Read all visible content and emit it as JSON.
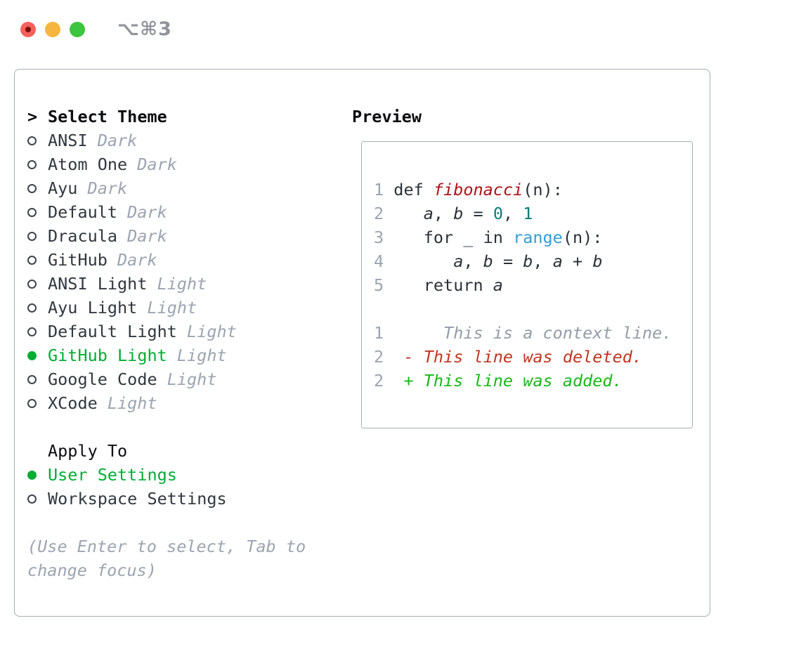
{
  "window": {
    "title": "⌥⌘3",
    "traffic_lights": [
      {
        "name": "close",
        "color": "#f4625d",
        "dot": true
      },
      {
        "name": "minimize",
        "color": "#f6b53e",
        "dot": false
      },
      {
        "name": "zoom",
        "color": "#3cc53e",
        "dot": false
      }
    ]
  },
  "theme_panel": {
    "header": {
      "prefix": ">",
      "label": "Select Theme"
    },
    "themes": [
      {
        "name": "ANSI",
        "variant": "Dark",
        "selected": false
      },
      {
        "name": "Atom One",
        "variant": "Dark",
        "selected": false
      },
      {
        "name": "Ayu",
        "variant": "Dark",
        "selected": false
      },
      {
        "name": "Default",
        "variant": "Dark",
        "selected": false
      },
      {
        "name": "Dracula",
        "variant": "Dark",
        "selected": false
      },
      {
        "name": "GitHub",
        "variant": "Dark",
        "selected": false
      },
      {
        "name": "ANSI Light",
        "variant": "Light",
        "selected": false
      },
      {
        "name": "Ayu Light",
        "variant": "Light",
        "selected": false
      },
      {
        "name": "Default Light",
        "variant": "Light",
        "selected": false
      },
      {
        "name": "GitHub Light",
        "variant": "Light",
        "selected": true
      },
      {
        "name": "Google Code",
        "variant": "Light",
        "selected": false
      },
      {
        "name": "XCode",
        "variant": "Light",
        "selected": false
      }
    ],
    "apply_to": {
      "label": "Apply To",
      "options": [
        {
          "name": "User Settings",
          "selected": true
        },
        {
          "name": "Workspace Settings",
          "selected": false
        }
      ]
    },
    "help_text": "(Use Enter to select, Tab to change focus)"
  },
  "preview": {
    "title": "Preview",
    "code_lines": [
      {
        "num": "1",
        "segments": [
          {
            "t": " def ",
            "s": "plain"
          },
          {
            "t": "fibonacci",
            "s": "fn"
          },
          {
            "t": "(n):",
            "s": "plain"
          }
        ]
      },
      {
        "num": "2",
        "segments": [
          {
            "t": "    ",
            "s": "plain"
          },
          {
            "t": "a",
            "s": "var"
          },
          {
            "t": ", ",
            "s": "plain"
          },
          {
            "t": "b",
            "s": "var"
          },
          {
            "t": " = ",
            "s": "plain"
          },
          {
            "t": "0",
            "s": "num"
          },
          {
            "t": ", ",
            "s": "plain"
          },
          {
            "t": "1",
            "s": "num"
          }
        ]
      },
      {
        "num": "3",
        "segments": [
          {
            "t": "    for _ in ",
            "s": "plain"
          },
          {
            "t": "range",
            "s": "builtin"
          },
          {
            "t": "(n):",
            "s": "plain"
          }
        ]
      },
      {
        "num": "4",
        "segments": [
          {
            "t": "       ",
            "s": "plain"
          },
          {
            "t": "a",
            "s": "var"
          },
          {
            "t": ", ",
            "s": "plain"
          },
          {
            "t": "b",
            "s": "var"
          },
          {
            "t": " = ",
            "s": "plain"
          },
          {
            "t": "b",
            "s": "var"
          },
          {
            "t": ", ",
            "s": "plain"
          },
          {
            "t": "a",
            "s": "var"
          },
          {
            "t": " + ",
            "s": "plain"
          },
          {
            "t": "b",
            "s": "var"
          }
        ]
      },
      {
        "num": "5",
        "segments": [
          {
            "t": "    return ",
            "s": "plain"
          },
          {
            "t": "a",
            "s": "var"
          }
        ]
      },
      {
        "num": "",
        "segments": []
      },
      {
        "num": "1",
        "segments": [
          {
            "t": "      This is a context line.",
            "s": "ctx"
          }
        ]
      },
      {
        "num": "2",
        "segments": [
          {
            "t": "  ",
            "s": "plain"
          },
          {
            "t": "- This line was deleted.",
            "s": "del"
          }
        ]
      },
      {
        "num": "2",
        "segments": [
          {
            "t": "  ",
            "s": "plain"
          },
          {
            "t": "+ This line was added.",
            "s": "add"
          }
        ]
      }
    ]
  },
  "colors": {
    "accent_green": "#00ad33",
    "added_green": "#17b917",
    "deleted_red": "#c03620",
    "function_red": "#ad1418",
    "number_teal": "#0c7d78",
    "builtin_blue": "#2f9fd8",
    "muted_gray": "#9ba4b0",
    "context_gray": "#939ca6",
    "text_dark": "#2b3138",
    "border_gray": "#a6adb5",
    "traffic_red": "#f4625d",
    "traffic_yellow": "#f6b53e",
    "traffic_green": "#3cc53e",
    "title_gray": "#8f949b"
  }
}
